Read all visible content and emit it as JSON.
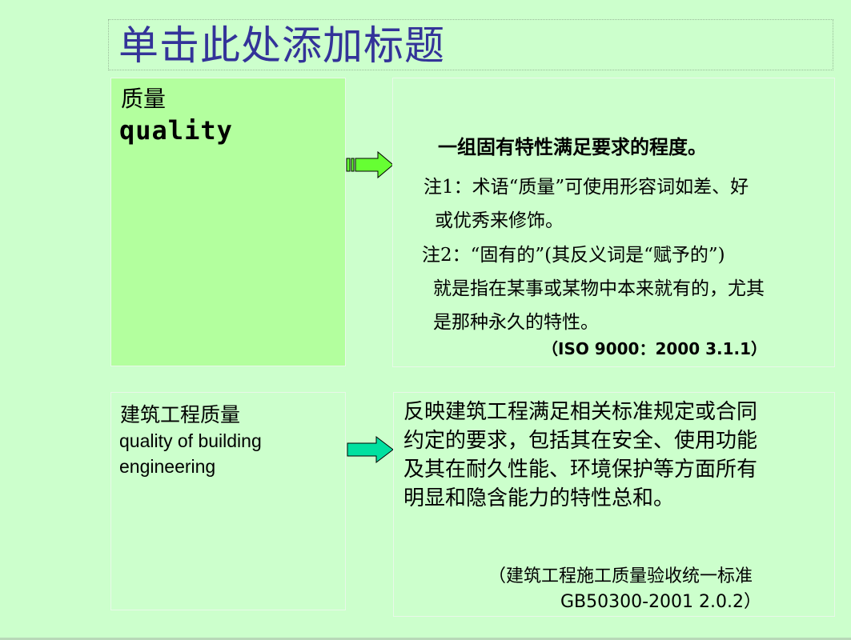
{
  "slide": {
    "title": "单击此处添加标题",
    "quality": {
      "term_cn": "质量",
      "term_en": "quality",
      "definition": "一组固有特性满足要求的程度。",
      "note1_line1": "注1：术语“质量”可使用形容词如差、好",
      "note1_line2": "或优秀来修饰。",
      "note2_line1": "注2：“固有的”(其反义词是“赋予的”)",
      "note2_line2": "就是指在某事或某物中本来就有的，尤其",
      "note2_line3": "是那种永久的特性。",
      "source": "（ISO 9000：2000 3.1.1）"
    },
    "building": {
      "term_cn": "建筑工程质量",
      "term_en_line1": "quality of building",
      "term_en_line2": "engineering",
      "def_line1": "反映建筑工程满足相关标准规定或合同",
      "def_line2": "约定的要求，包括其在安全、使用功能",
      "def_line3": "及其在耐久性能、环境保护等方面所有",
      "def_line4": "明显和隐含能力的特性总和。",
      "source_line1": "（建筑工程施工质量验收统一标准",
      "source_line2": "GB50300-2001 2.0.2）"
    },
    "colors": {
      "background": "#ccffcc",
      "title": "#333399",
      "highlight_box": "#b3ff9e",
      "arrow1": "#66ff33",
      "arrow2": "#00e0a0"
    },
    "icons": [
      "right-arrow-icon",
      "right-arrow-icon"
    ]
  }
}
